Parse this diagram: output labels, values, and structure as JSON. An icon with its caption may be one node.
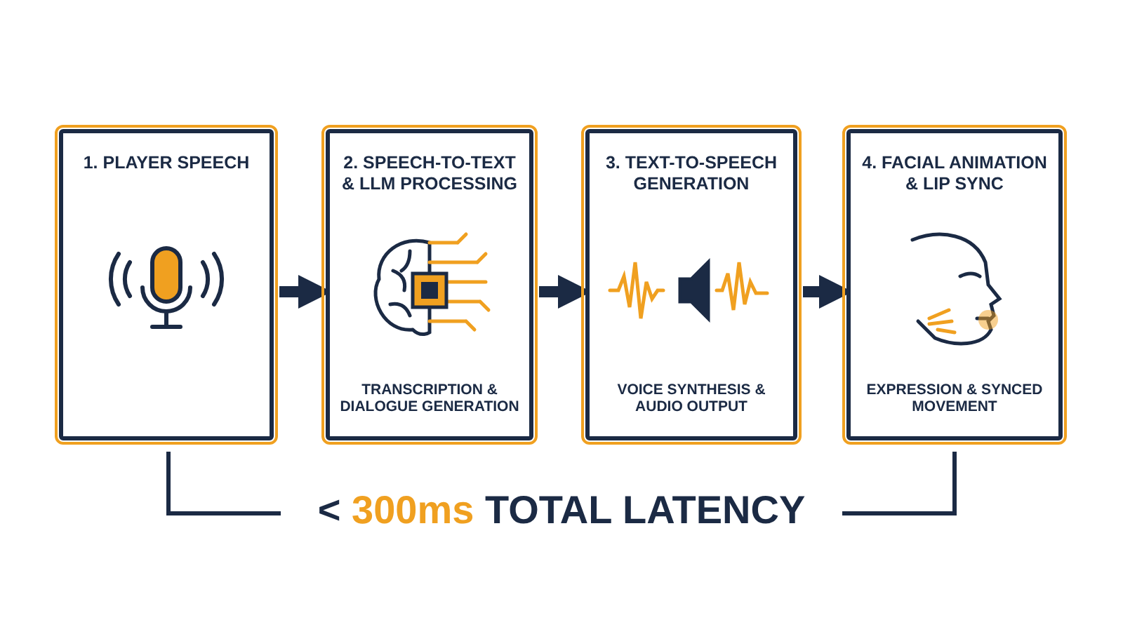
{
  "diagram": {
    "nodes": [
      {
        "text": [
          "1. PLAYER SPEECH"
        ]
      },
      {
        "text": [
          "2. SPEECH-TO-TEXT & LLM PROCESSING",
          "TRANSCRIPTION & DIALOGUE GENERATION"
        ]
      },
      {
        "text": [
          "3. TEXT-TO-SPEECH GENERATION",
          "VOICE SYNTHESIS & AUDIO OUTPUT"
        ]
      },
      {
        "text": [
          "4. FACIAL ANIMATION & LIP SYNC",
          "EXPRESSION & SYNCED MOVEMENT"
        ]
      }
    ],
    "edges": [
      {
        "from": 0,
        "to": 1,
        "arrow": "to"
      },
      {
        "from": 1,
        "to": 2,
        "arrow": "to"
      },
      {
        "from": 2,
        "to": 3,
        "arrow": "to"
      }
    ],
    "labels": [
      "< **300ms** TOTAL LATENCY"
    ]
  }
}
